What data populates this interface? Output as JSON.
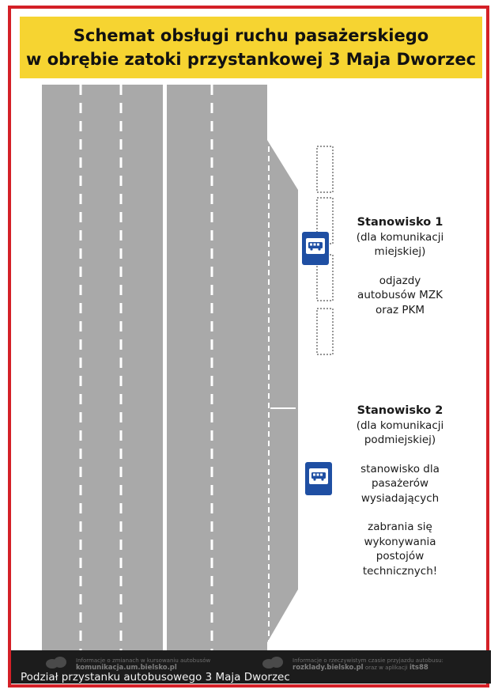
{
  "title": {
    "line1": "Schemat obsługi ruchu pasażerskiego",
    "line2": "w obrębie zatoki przystankowej 3 Maja Dworzec"
  },
  "stations": [
    {
      "name": "Stanowisko 1",
      "type": "(dla komunikacji miejskiej)",
      "notes": [
        "odjazdy autobusów MZK oraz PKM"
      ]
    },
    {
      "name": "Stanowisko 2",
      "type": "(dla komunikacji podmiejskiej)",
      "notes": [
        "stanowisko dla pasażerów wysiadających",
        "zabrania się wykonywania postojów technicznych!"
      ]
    }
  ],
  "footer": {
    "left_info": "Informacje o zmianach w kursowaniu autobusów",
    "left_link": "komunikacja.um.bielsko.pl",
    "right_info": "Informacje o rzeczywistym czasie przyjazdu autobusu:",
    "right_link": "rozklady.bielsko.pl",
    "right_app_prefix": "oraz w aplikacji",
    "right_app": "its88"
  },
  "caption": "Podział przystanku autobusowego 3 Maja Dworzec",
  "colors": {
    "frame": "#d42027",
    "title_bg": "#f6d431",
    "road": "#a9a9a9",
    "sign": "#1f4fa3"
  },
  "icons": [
    "bus-stop-sign-icon",
    "bus-icon"
  ]
}
